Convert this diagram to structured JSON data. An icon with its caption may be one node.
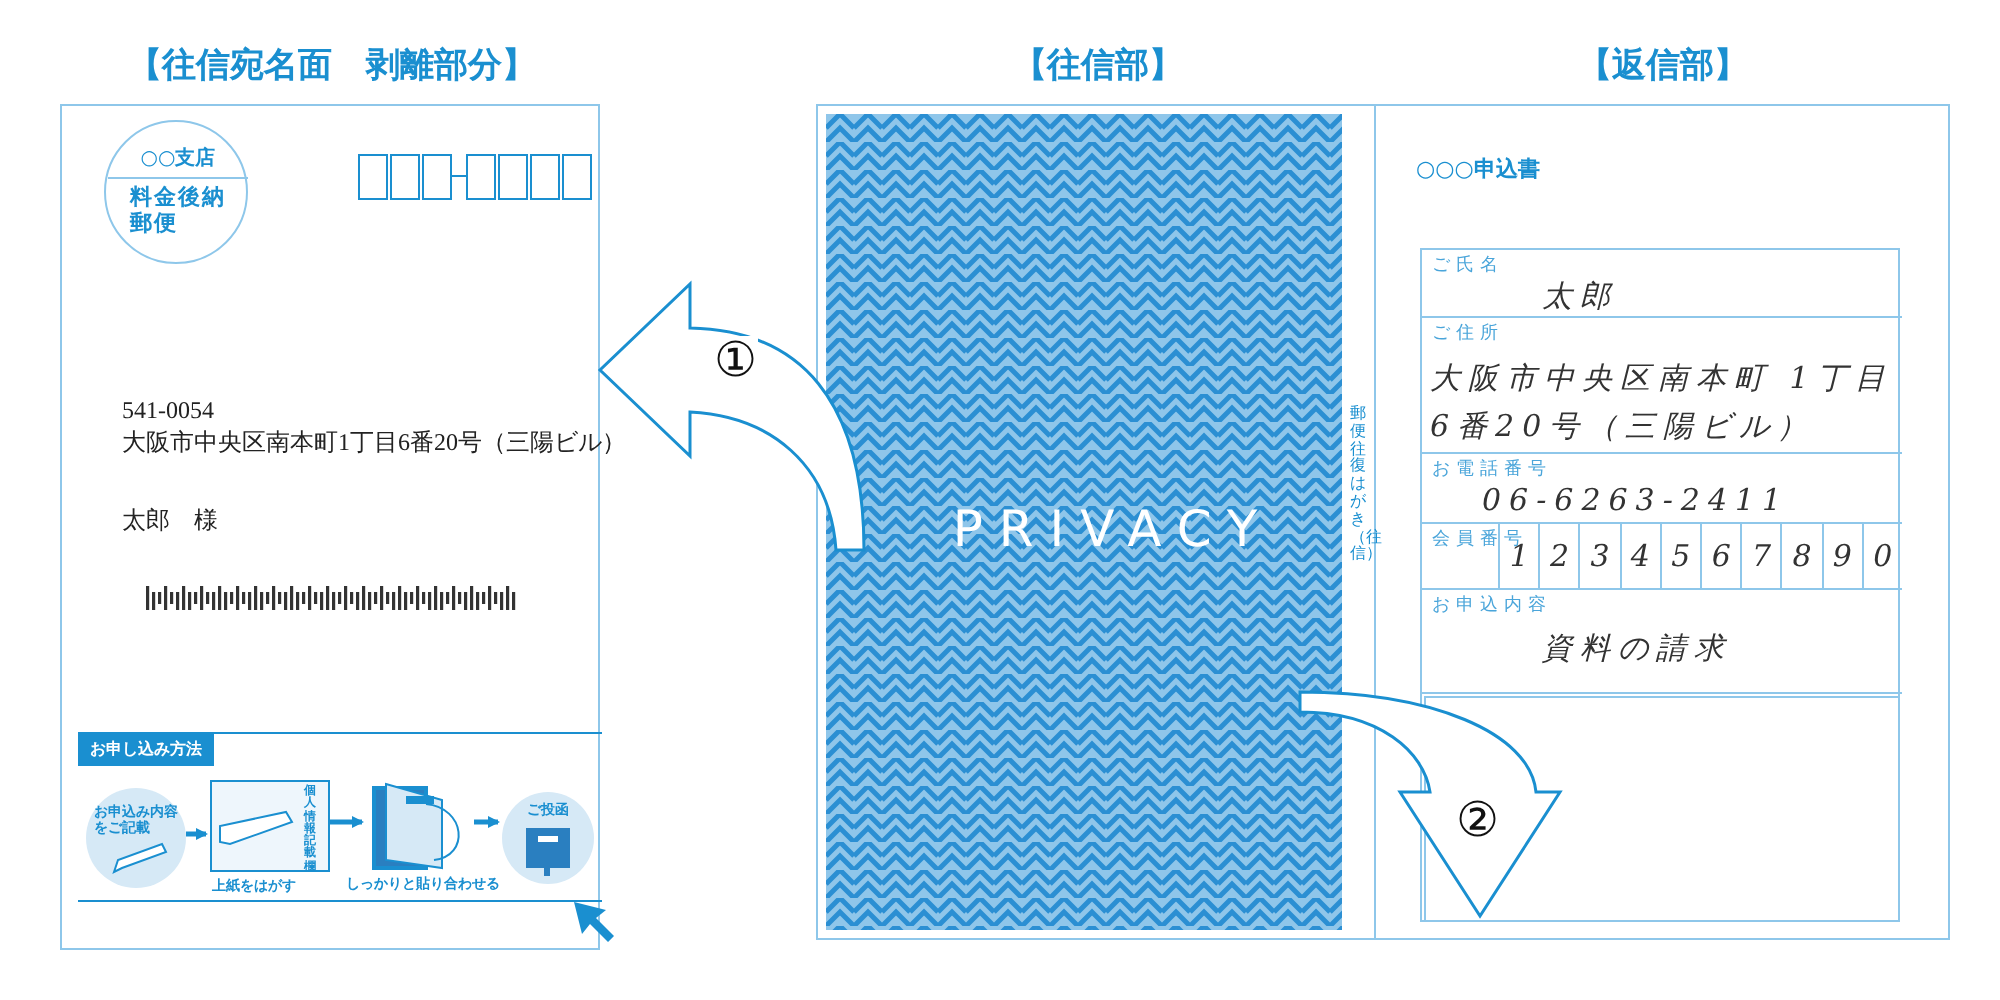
{
  "diagram": {
    "nodes": [
      {
        "text": [
          "【往信宛名面　剥離部分】",
          "541-0054",
          "大阪市中央区南本町1丁目6番20号（三陽ビル）",
          "太郎　様"
        ]
      },
      {
        "text": [
          "○○支店",
          "料金後納郵便"
        ],
        "in": 0
      },
      {
        "text": [
          "お申し込み方法"
        ],
        "in": 0
      },
      {
        "text": [
          "お申込み内容をご記載"
        ],
        "in": 2
      },
      {
        "text": [
          "個人情報記載欄"
        ],
        "beside": [
          "上紙をはがす"
        ],
        "in": 2
      },
      {
        "text": [],
        "shape": "picture",
        "beside": [
          "しっかりと貼り合わせる"
        ],
        "in": 2
      },
      {
        "text": [
          "ご投函"
        ],
        "in": 2
      },
      {
        "text": [
          "【往信部】",
          "PRIVACY",
          "郵便往復はがき（往信）"
        ]
      },
      {
        "text": [
          "【返信部】",
          "○○○申込書"
        ]
      },
      {
        "text": [],
        "shape": "box",
        "in": 8
      },
      {
        "text": [
          "ご氏名",
          "太郎"
        ],
        "in": 9
      },
      {
        "text": [
          "ご住所",
          "大阪市中央区南本町 1丁目6番20号（三陽ビル）"
        ],
        "in": 9
      },
      {
        "text": [
          "お電話番号",
          "06-6263-2411"
        ],
        "in": 9
      },
      {
        "text": [
          "会員番号",
          "1",
          "2",
          "3",
          "4",
          "5",
          "6",
          "7",
          "8",
          "9",
          "0"
        ],
        "in": 9
      },
      {
        "text": [
          "お申込内容",
          "資料の請求"
        ],
        "in": 9
      },
      {
        "text": [],
        "shape": "box",
        "in": 9
      }
    ],
    "edges": [
      {
        "from": 3,
        "to": 4,
        "arrow": "to"
      },
      {
        "from": 4,
        "to": 5,
        "arrow": "to"
      },
      {
        "from": 5,
        "to": 6,
        "arrow": "to"
      },
      {
        "from": 7,
        "to": 0,
        "arrow": "to",
        "label": "①"
      },
      {
        "from": 7,
        "to": 9,
        "arrow": "to",
        "label": "②"
      }
    ]
  }
}
